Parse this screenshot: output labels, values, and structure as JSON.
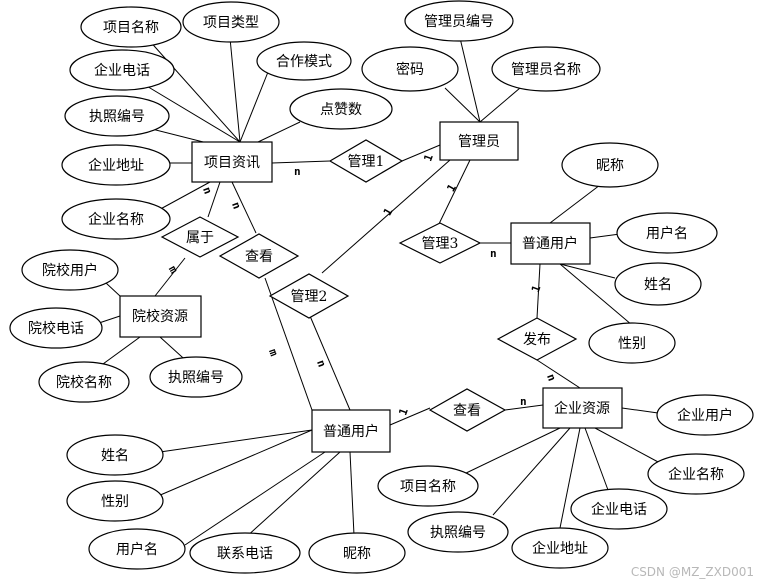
{
  "entities": {
    "project_info": "项目资讯",
    "admin": "管理员",
    "user_top": "普通用户",
    "school_resource": "院校资源",
    "user_bottom": "普通用户",
    "enterprise_resource": "企业资源"
  },
  "relationships": {
    "manage1": "管理1",
    "manage2": "管理2",
    "manage3": "管理3",
    "belongs": "属于",
    "view_left": "查看",
    "view_right": "查看",
    "publish": "发布"
  },
  "attributes": {
    "project_info": [
      "项目名称",
      "项目类型",
      "企业电话",
      "合作模式",
      "执照编号",
      "点赞数",
      "企业地址",
      "企业名称"
    ],
    "admin": [
      "管理员编号",
      "密码",
      "管理员名称"
    ],
    "user_top": [
      "昵称",
      "用户名",
      "姓名",
      "性别"
    ],
    "school_resource": [
      "院校用户",
      "院校电话",
      "院校名称",
      "执照编号"
    ],
    "user_bottom": [
      "姓名",
      "性别",
      "用户名",
      "联系电话",
      "昵称"
    ],
    "enterprise_resource": [
      "企业用户",
      "项目名称",
      "企业名称",
      "执照编号",
      "企业电话",
      "企业地址"
    ]
  },
  "cardinality": {
    "n": "n",
    "one": "1",
    "m": "m"
  },
  "watermark": "CSDN @MZ_ZXD001"
}
